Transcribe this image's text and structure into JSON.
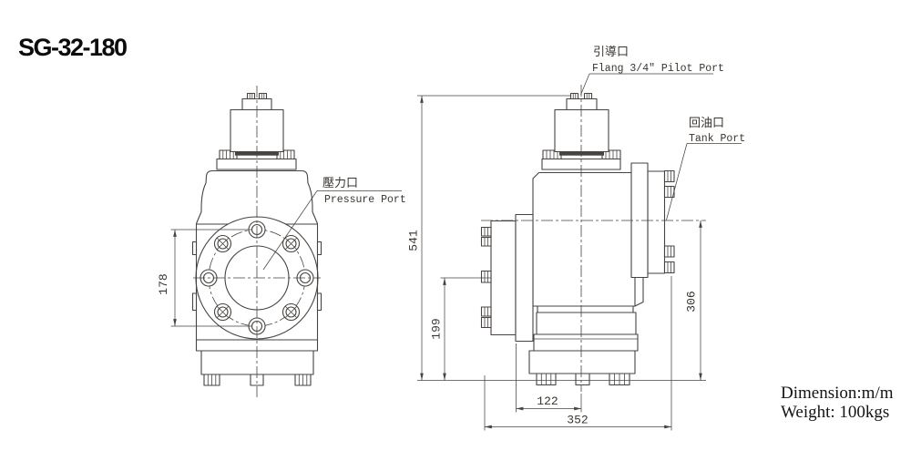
{
  "title": "SG-32-180",
  "drawing": {
    "front_view": {
      "pressure_port_label_zh": "壓力口",
      "pressure_port_label_en": "Pressure Port",
      "bolt_circle_dim": "178"
    },
    "side_view": {
      "pilot_port_label_zh": "引導口",
      "pilot_port_label_en": "Flang 3/4\" Pilot Port",
      "tank_port_label_zh": "回油口",
      "tank_port_label_en": "Tank Port",
      "overall_height_dim": "541",
      "pressure_port_height_dim": "199",
      "tank_port_height_dim": "306",
      "foot_span_dim": "122",
      "overall_width_dim": "352"
    }
  },
  "notes": {
    "units": "Dimension:m/m",
    "weight": "Weight: 100kgs"
  }
}
